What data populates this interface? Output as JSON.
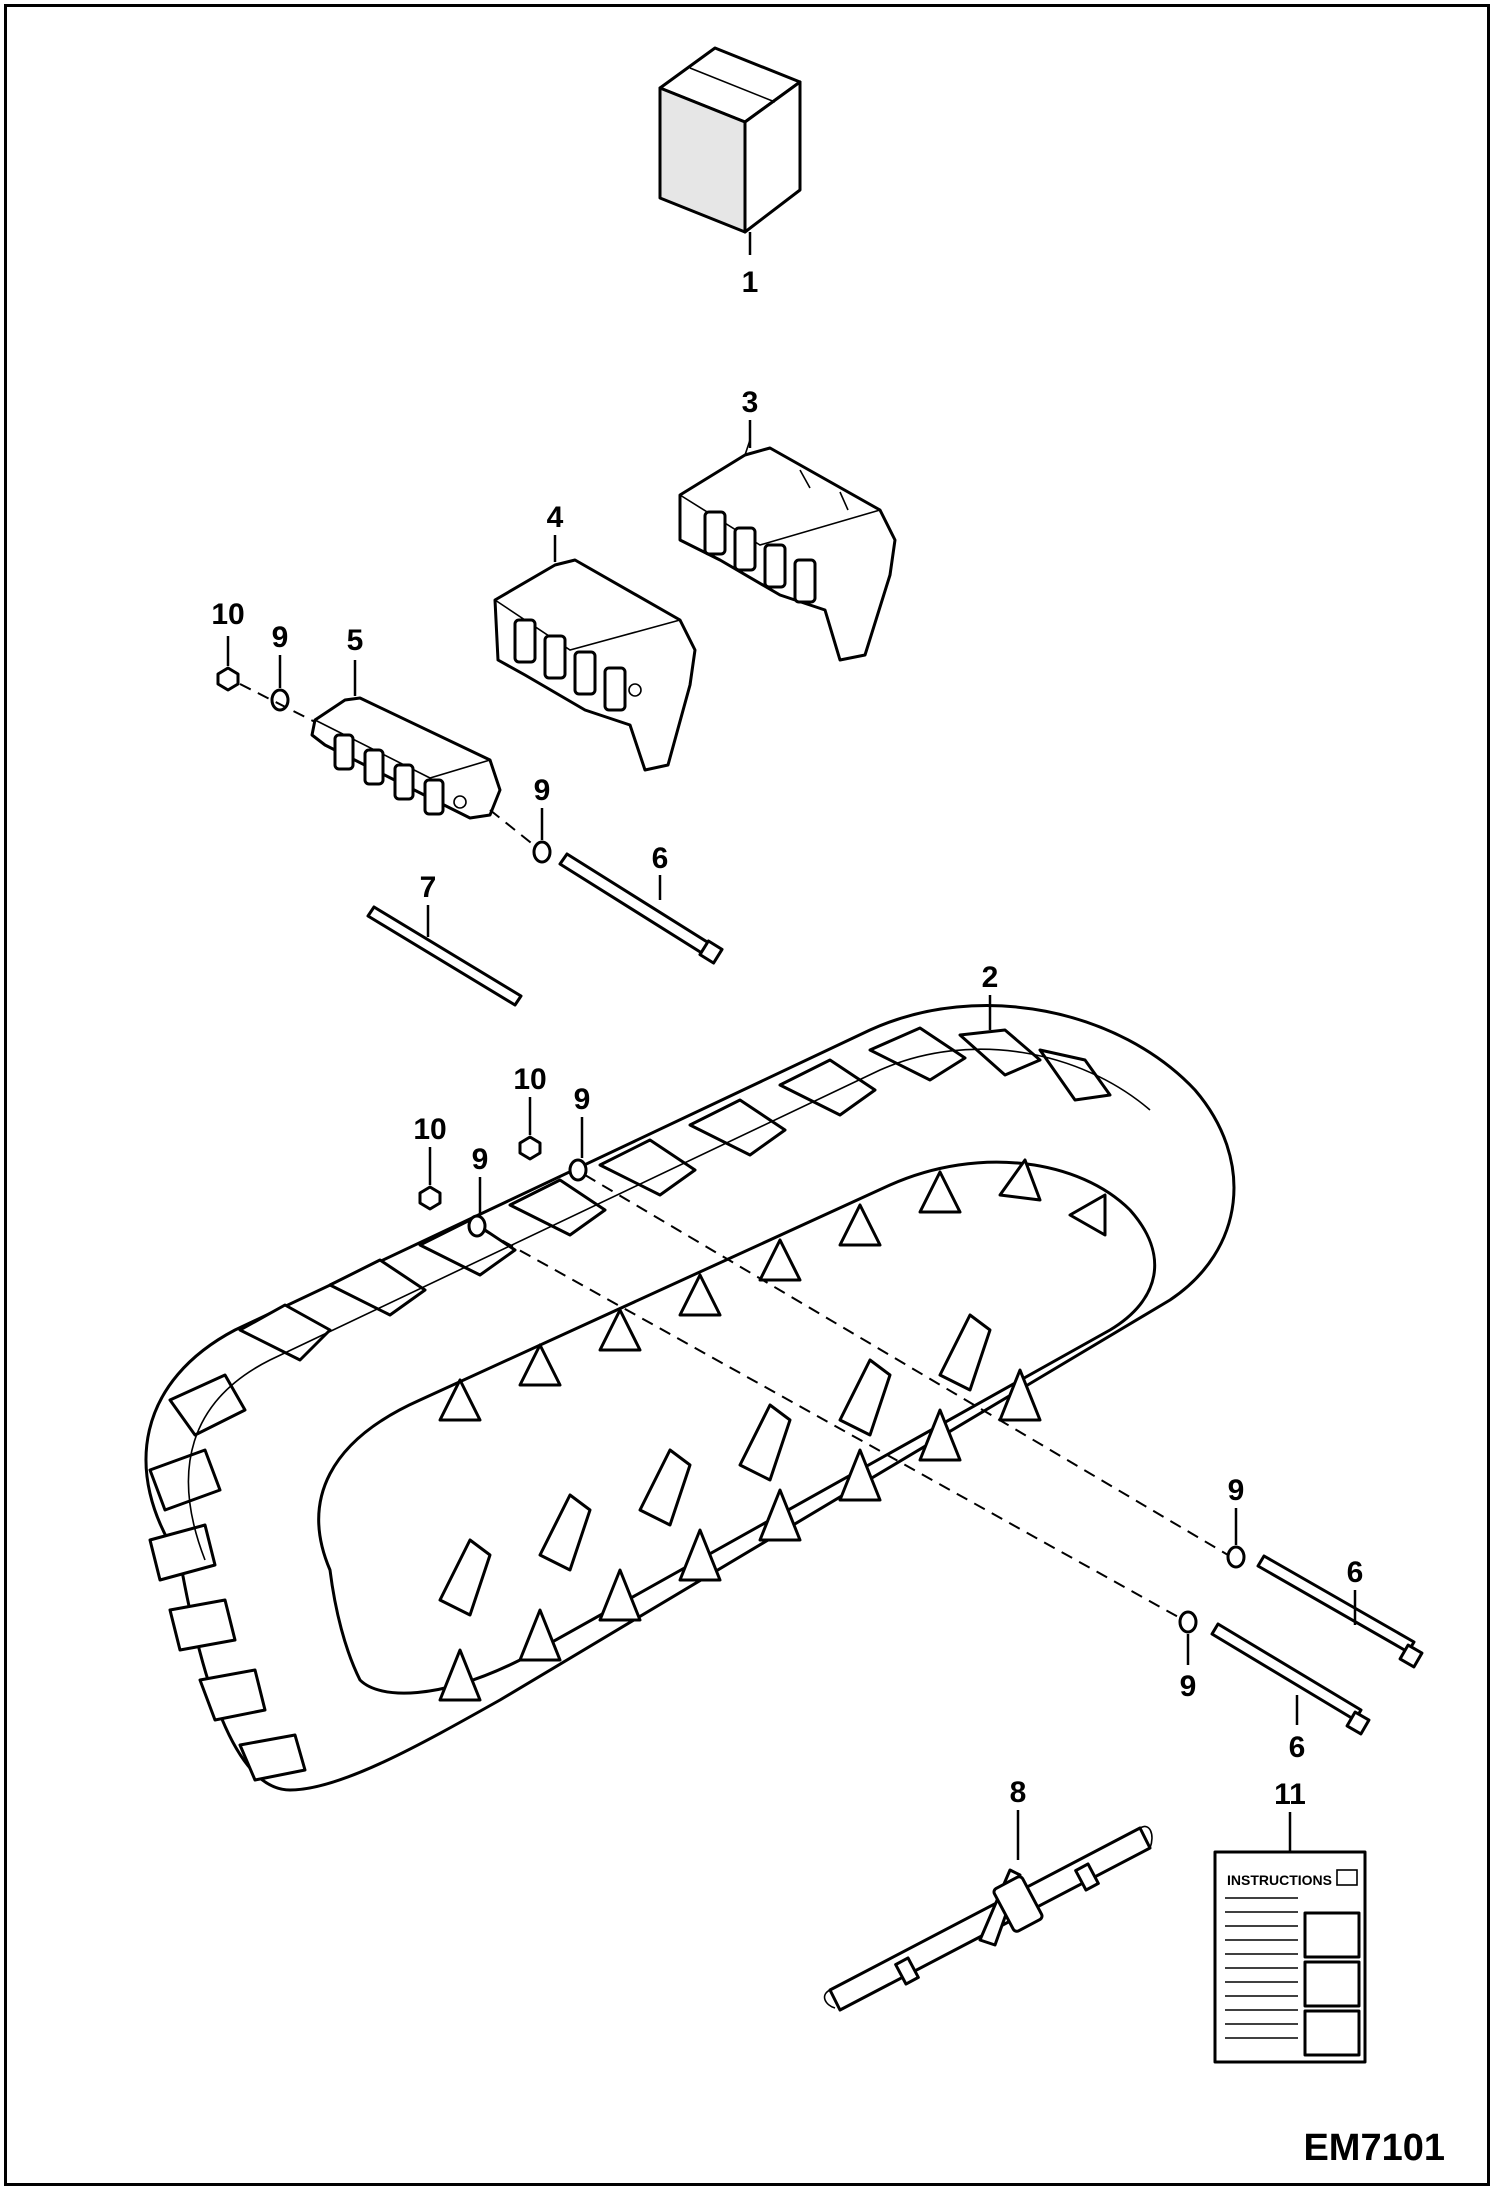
{
  "diagram": {
    "code": "EM7101",
    "instructions_text": "INSTRUCTIONS",
    "callouts": {
      "c1": "1",
      "c2": "2",
      "c3": "3",
      "c4": "4",
      "c5": "5",
      "c6a": "6",
      "c6b": "6",
      "c6c": "6",
      "c7": "7",
      "c8": "8",
      "c9a": "9",
      "c9b": "9",
      "c9c": "9",
      "c9d": "9",
      "c9e": "9",
      "c9f": "9",
      "c10a": "10",
      "c10b": "10",
      "c10c": "10",
      "c11": "11"
    }
  }
}
